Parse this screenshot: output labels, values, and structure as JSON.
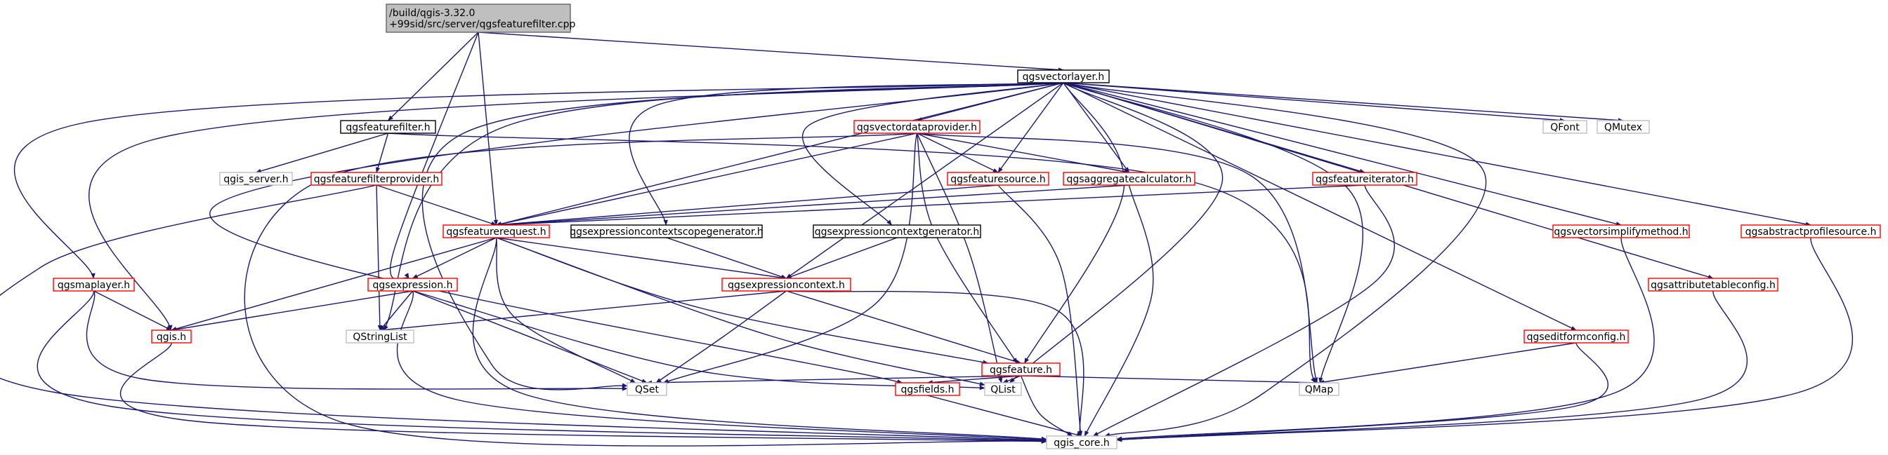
{
  "colors": {
    "edge": "#191970",
    "documented_border": "#ff0000",
    "undocumented_border": "#bfbfbf",
    "root_border": "#666666",
    "root_fill": "#bfbfbf",
    "plain_border": "#000000"
  },
  "nodes": [
    {
      "id": "root",
      "lines": [
        "/build/qgis-3.32.0",
        "+99sid/src/server/qgsfeaturefilter.cpp"
      ],
      "style": "root"
    },
    {
      "id": "qgsvectorlayer",
      "lines": [
        "qgsvectorlayer.h"
      ],
      "style": "plain"
    },
    {
      "id": "qgsfeaturefilter",
      "lines": [
        "qgsfeaturefilter.h"
      ],
      "style": "plain"
    },
    {
      "id": "qgis_server",
      "lines": [
        "qgis_server.h"
      ],
      "style": "undocumented"
    },
    {
      "id": "qgsfeaturefilterprovider",
      "lines": [
        "qgsfeaturefilterprovider.h"
      ],
      "style": "documented"
    },
    {
      "id": "qgsvectordataprovider",
      "lines": [
        "qgsvectordataprovider.h"
      ],
      "style": "documented"
    },
    {
      "id": "qgsfeaturesource",
      "lines": [
        "qgsfeaturesource.h"
      ],
      "style": "documented"
    },
    {
      "id": "qgsaggregatecalculator",
      "lines": [
        "qgsaggregatecalculator.h"
      ],
      "style": "documented"
    },
    {
      "id": "qgsfeatureiterator",
      "lines": [
        "qgsfeatureiterator.h"
      ],
      "style": "documented"
    },
    {
      "id": "qgsfeaturerequest",
      "lines": [
        "qgsfeaturerequest.h"
      ],
      "style": "documented"
    },
    {
      "id": "qgsexpressioncontextscopegenerator",
      "lines": [
        "qgsexpressioncontextscopegenerator.h"
      ],
      "style": "plain"
    },
    {
      "id": "qgsexpressioncontextgenerator",
      "lines": [
        "qgsexpressioncontextgenerator.h"
      ],
      "style": "plain"
    },
    {
      "id": "qgsexpression",
      "lines": [
        "qgsexpression.h"
      ],
      "style": "documented"
    },
    {
      "id": "qgsexpressioncontext",
      "lines": [
        "qgsexpressioncontext.h"
      ],
      "style": "documented"
    },
    {
      "id": "qgsmaplayer",
      "lines": [
        "qgsmaplayer.h"
      ],
      "style": "documented"
    },
    {
      "id": "qgis",
      "lines": [
        "qgis.h"
      ],
      "style": "documented"
    },
    {
      "id": "qstringlist",
      "lines": [
        "QStringList"
      ],
      "style": "undocumented"
    },
    {
      "id": "qgsfeature",
      "lines": [
        "qgsfeature.h"
      ],
      "style": "documented"
    },
    {
      "id": "qset",
      "lines": [
        "QSet"
      ],
      "style": "undocumented"
    },
    {
      "id": "qgsfields",
      "lines": [
        "qgsfields.h"
      ],
      "style": "documented"
    },
    {
      "id": "qlist",
      "lines": [
        "QList"
      ],
      "style": "undocumented"
    },
    {
      "id": "qmap",
      "lines": [
        "QMap"
      ],
      "style": "undocumented"
    },
    {
      "id": "qfont",
      "lines": [
        "QFont"
      ],
      "style": "undocumented"
    },
    {
      "id": "qmutex",
      "lines": [
        "QMutex"
      ],
      "style": "undocumented"
    },
    {
      "id": "qgsvectorsimplifymethod",
      "lines": [
        "qgsvectorsimplifymethod.h"
      ],
      "style": "documented"
    },
    {
      "id": "qgsabstractprofilesource",
      "lines": [
        "qgsabstractprofilesource.h"
      ],
      "style": "documented"
    },
    {
      "id": "qgsattributetableconfig",
      "lines": [
        "qgsattributetableconfig.h"
      ],
      "style": "documented"
    },
    {
      "id": "qgseditformconfig",
      "lines": [
        "qgseditformconfig.h"
      ],
      "style": "documented"
    },
    {
      "id": "qgis_core",
      "lines": [
        "qgis_core.h"
      ],
      "style": "undocumented"
    }
  ],
  "edges": [
    {
      "from": "root",
      "to": "qgsvectorlayer"
    },
    {
      "from": "root",
      "to": "qgsfeaturefilter"
    },
    {
      "from": "root",
      "to": "qgsfeaturerequest"
    },
    {
      "from": "root",
      "to": "qgsexpression"
    },
    {
      "from": "qgsvectorlayer",
      "to": "qgsmaplayer"
    },
    {
      "from": "qgsvectorlayer",
      "to": "qgis"
    },
    {
      "from": "qgsvectorlayer",
      "to": "qgsvectordataprovider"
    },
    {
      "from": "qgsvectorlayer",
      "to": "qgsfeaturesource"
    },
    {
      "from": "qgsvectorlayer",
      "to": "qgsaggregatecalculator"
    },
    {
      "from": "qgsvectorlayer",
      "to": "qgsfeatureiterator"
    },
    {
      "from": "qgsvectorlayer",
      "to": "qgsfeaturerequest"
    },
    {
      "from": "qgsvectorlayer",
      "to": "qgsexpressioncontextscopegenerator"
    },
    {
      "from": "qgsvectorlayer",
      "to": "qgsexpressioncontextgenerator"
    },
    {
      "from": "qgsvectorlayer",
      "to": "qgsexpressioncontext"
    },
    {
      "from": "qgsvectorlayer",
      "to": "qgsfeature"
    },
    {
      "from": "qgsvectorlayer",
      "to": "qstringlist"
    },
    {
      "from": "qgsvectorlayer",
      "to": "qset"
    },
    {
      "from": "qgsvectorlayer",
      "to": "qlist"
    },
    {
      "from": "qgsvectorlayer",
      "to": "qmap"
    },
    {
      "from": "qgsvectorlayer",
      "to": "qfont"
    },
    {
      "from": "qgsvectorlayer",
      "to": "qmutex"
    },
    {
      "from": "qgsvectorlayer",
      "to": "qgsvectorsimplifymethod"
    },
    {
      "from": "qgsvectorlayer",
      "to": "qgsattributetableconfig"
    },
    {
      "from": "qgsvectorlayer",
      "to": "qgsabstractprofilesource"
    },
    {
      "from": "qgsvectorlayer",
      "to": "qgseditformconfig"
    },
    {
      "from": "qgsvectorlayer",
      "to": "qgsfields"
    },
    {
      "from": "qgsvectorlayer",
      "to": "qgis_core"
    },
    {
      "from": "qgsfeaturefilter",
      "to": "qgis_server"
    },
    {
      "from": "qgsfeaturefilter",
      "to": "qgsfeaturefilterprovider"
    },
    {
      "from": "qgsfeaturefilter",
      "to": "qmap"
    },
    {
      "from": "qgsfeaturefilterprovider",
      "to": "qgsfeaturerequest"
    },
    {
      "from": "qgsfeaturefilterprovider",
      "to": "qstringlist"
    },
    {
      "from": "qgsfeaturefilterprovider",
      "to": "qgis_core"
    },
    {
      "from": "qgsvectordataprovider",
      "to": "qgsfeaturesource"
    },
    {
      "from": "qgsvectordataprovider",
      "to": "qgsaggregatecalculator"
    },
    {
      "from": "qgsvectordataprovider",
      "to": "qgsfeaturerequest"
    },
    {
      "from": "qgsvectordataprovider",
      "to": "qgsfeature"
    },
    {
      "from": "qgsvectordataprovider",
      "to": "qset"
    },
    {
      "from": "qgsvectordataprovider",
      "to": "qlist"
    },
    {
      "from": "qgsvectordataprovider",
      "to": "qmap"
    },
    {
      "from": "qgsvectordataprovider",
      "to": "qgis_core"
    },
    {
      "from": "qgsfeaturesource",
      "to": "qgsfeaturerequest"
    },
    {
      "from": "qgsfeaturesource",
      "to": "qgis_core"
    },
    {
      "from": "qgsaggregatecalculator",
      "to": "qgsfeaturerequest"
    },
    {
      "from": "qgsaggregatecalculator",
      "to": "qgis_core"
    },
    {
      "from": "qgsfeatureiterator",
      "to": "qgsfeaturerequest"
    },
    {
      "from": "qgsfeatureiterator",
      "to": "qgis_core"
    },
    {
      "from": "qgsfeaturerequest",
      "to": "qgsexpression"
    },
    {
      "from": "qgsfeaturerequest",
      "to": "qgsexpressioncontext"
    },
    {
      "from": "qgsfeaturerequest",
      "to": "qgsfeature"
    },
    {
      "from": "qgsfeaturerequest",
      "to": "qgis"
    },
    {
      "from": "qgsfeaturerequest",
      "to": "qset"
    },
    {
      "from": "qgsfeaturerequest",
      "to": "qlist"
    },
    {
      "from": "qgsfeaturerequest",
      "to": "qgis_core"
    },
    {
      "from": "qgsexpressioncontextscopegenerator",
      "to": "qgsexpressioncontext"
    },
    {
      "from": "qgsexpressioncontextgenerator",
      "to": "qgsexpressioncontext"
    },
    {
      "from": "qgsexpression",
      "to": "qgis"
    },
    {
      "from": "qgsexpression",
      "to": "qstringlist"
    },
    {
      "from": "qgsexpression",
      "to": "qset"
    },
    {
      "from": "qgsexpression",
      "to": "qlist"
    },
    {
      "from": "qgsexpression",
      "to": "qgis_core"
    },
    {
      "from": "qgsexpressioncontext",
      "to": "qstringlist"
    },
    {
      "from": "qgsexpressioncontext",
      "to": "qgsfeature"
    },
    {
      "from": "qgsexpressioncontext",
      "to": "qset"
    },
    {
      "from": "qgsexpressioncontext",
      "to": "qgis_core"
    },
    {
      "from": "qgsmaplayer",
      "to": "qgis"
    },
    {
      "from": "qgsmaplayer",
      "to": "qset"
    },
    {
      "from": "qgsmaplayer",
      "to": "qgis_core"
    },
    {
      "from": "qgis",
      "to": "qgis_core"
    },
    {
      "from": "qgsfeature",
      "to": "qset"
    },
    {
      "from": "qgsfeature",
      "to": "qgsfields"
    },
    {
      "from": "qgsfeature",
      "to": "qlist"
    },
    {
      "from": "qgsfeature",
      "to": "qmap"
    },
    {
      "from": "qgsfeature",
      "to": "qgis_core"
    },
    {
      "from": "qgsfields",
      "to": "qgis_core"
    },
    {
      "from": "qgseditformconfig",
      "to": "qmap"
    },
    {
      "from": "qgseditformconfig",
      "to": "qgis_core"
    },
    {
      "from": "qgsvectorsimplifymethod",
      "to": "qgis_core"
    },
    {
      "from": "qgsattributetableconfig",
      "to": "qgis_core"
    },
    {
      "from": "qgsabstractprofilesource",
      "to": "qgis_core"
    }
  ]
}
